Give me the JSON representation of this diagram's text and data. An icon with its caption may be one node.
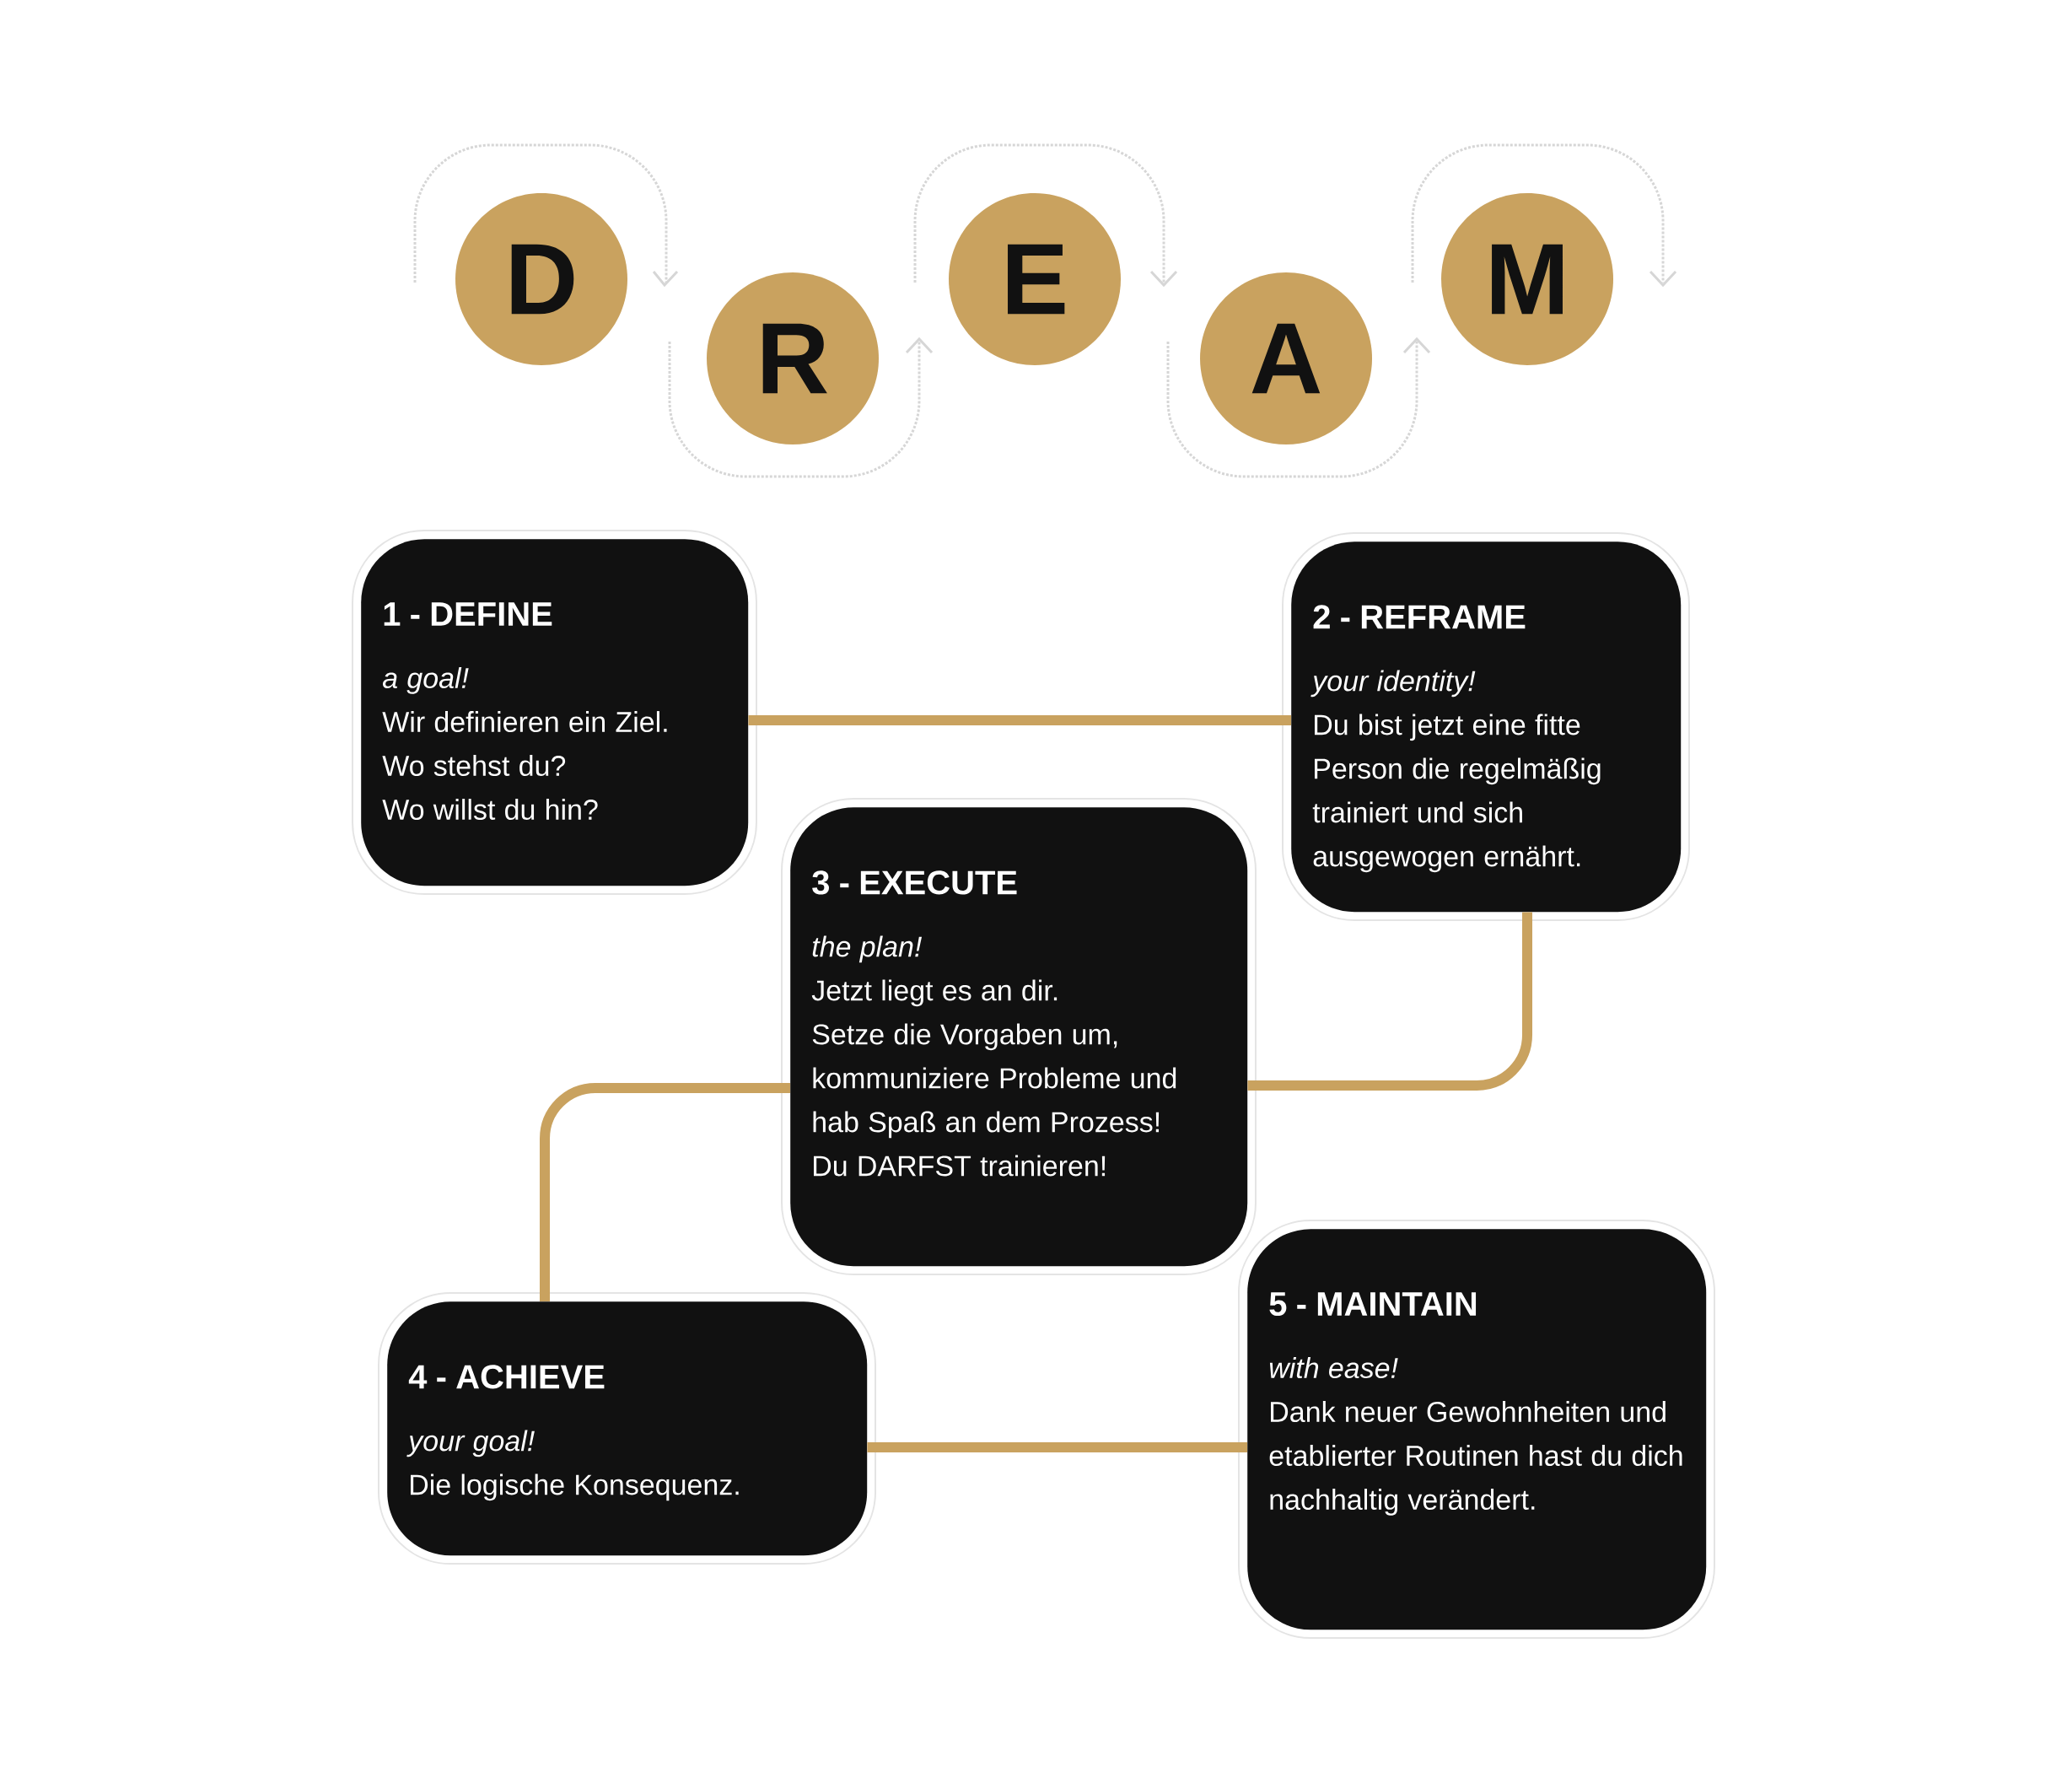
{
  "diagram": {
    "nodes": [
      {
        "text": [
          "D"
        ]
      },
      {
        "text": [
          "R"
        ]
      },
      {
        "text": [
          "E"
        ]
      },
      {
        "text": [
          "A"
        ]
      },
      {
        "text": [
          "M"
        ]
      },
      {
        "text": [
          "1 - DEFINE",
          "a goal!",
          "Wir definieren ein Ziel.",
          "Wo stehst du?",
          "Wo willst du hin?"
        ]
      },
      {
        "text": [
          "2 - REFRAME",
          "your identity!",
          "Du bist jetzt eine fitte Person die regelmäßig trainiert und sich ausgewogen ernährt."
        ]
      },
      {
        "text": [
          "3 - EXECUTE",
          "the plan!",
          "Jetzt liegt es an dir.",
          "Setze die Vorgaben um, kommuniziere Probleme und hab Spaß an dem Prozess!",
          "Du DARFST trainieren!"
        ]
      },
      {
        "text": [
          "4 - ACHIEVE",
          "your goal!",
          "Die logische Konsequenz."
        ]
      },
      {
        "text": [
          "5 - MAINTAIN",
          "with ease!",
          "Dank neuer Gewohnheiten und etablierter Routinen hast du dich nachhaltig verändert."
        ]
      }
    ],
    "edges": [
      {
        "from": 5,
        "to": 6,
        "arrow": "none"
      },
      {
        "from": 6,
        "to": 7,
        "arrow": "none"
      },
      {
        "from": 7,
        "to": 8,
        "arrow": "none"
      },
      {
        "from": 8,
        "to": 9,
        "arrow": "none"
      }
    ]
  }
}
